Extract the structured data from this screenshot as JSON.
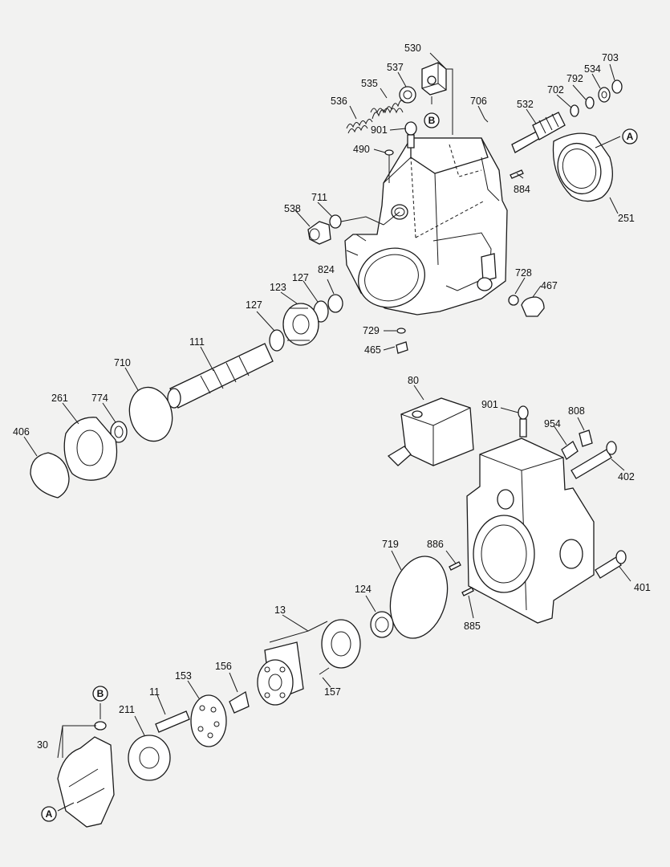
{
  "labels": {
    "p530": "530",
    "p537": "537",
    "p535": "535",
    "p536": "536",
    "p901a": "901",
    "p706": "706",
    "p532": "532",
    "p702": "702",
    "p792": "792",
    "p534": "534",
    "p703": "703",
    "p490": "490",
    "p884": "884",
    "p251": "251",
    "p711": "711",
    "p538": "538",
    "p824": "824",
    "p127a": "127",
    "p123": "123",
    "p127b": "127",
    "p728": "728",
    "p467": "467",
    "p729": "729",
    "p465": "465",
    "p111": "111",
    "p710": "710",
    "p261": "261",
    "p774": "774",
    "p406": "406",
    "p80": "80",
    "p901b": "901",
    "p808": "808",
    "p954": "954",
    "p402": "402",
    "p719": "719",
    "p886": "886",
    "p401": "401",
    "p124": "124",
    "p885": "885",
    "p13": "13",
    "p156": "156",
    "p153": "153",
    "p11": "11",
    "p157": "157",
    "p211": "211",
    "p30": "30"
  },
  "refs": {
    "a_top": "A",
    "b_top": "B",
    "b_bottom": "B",
    "a_bottom": "A"
  }
}
